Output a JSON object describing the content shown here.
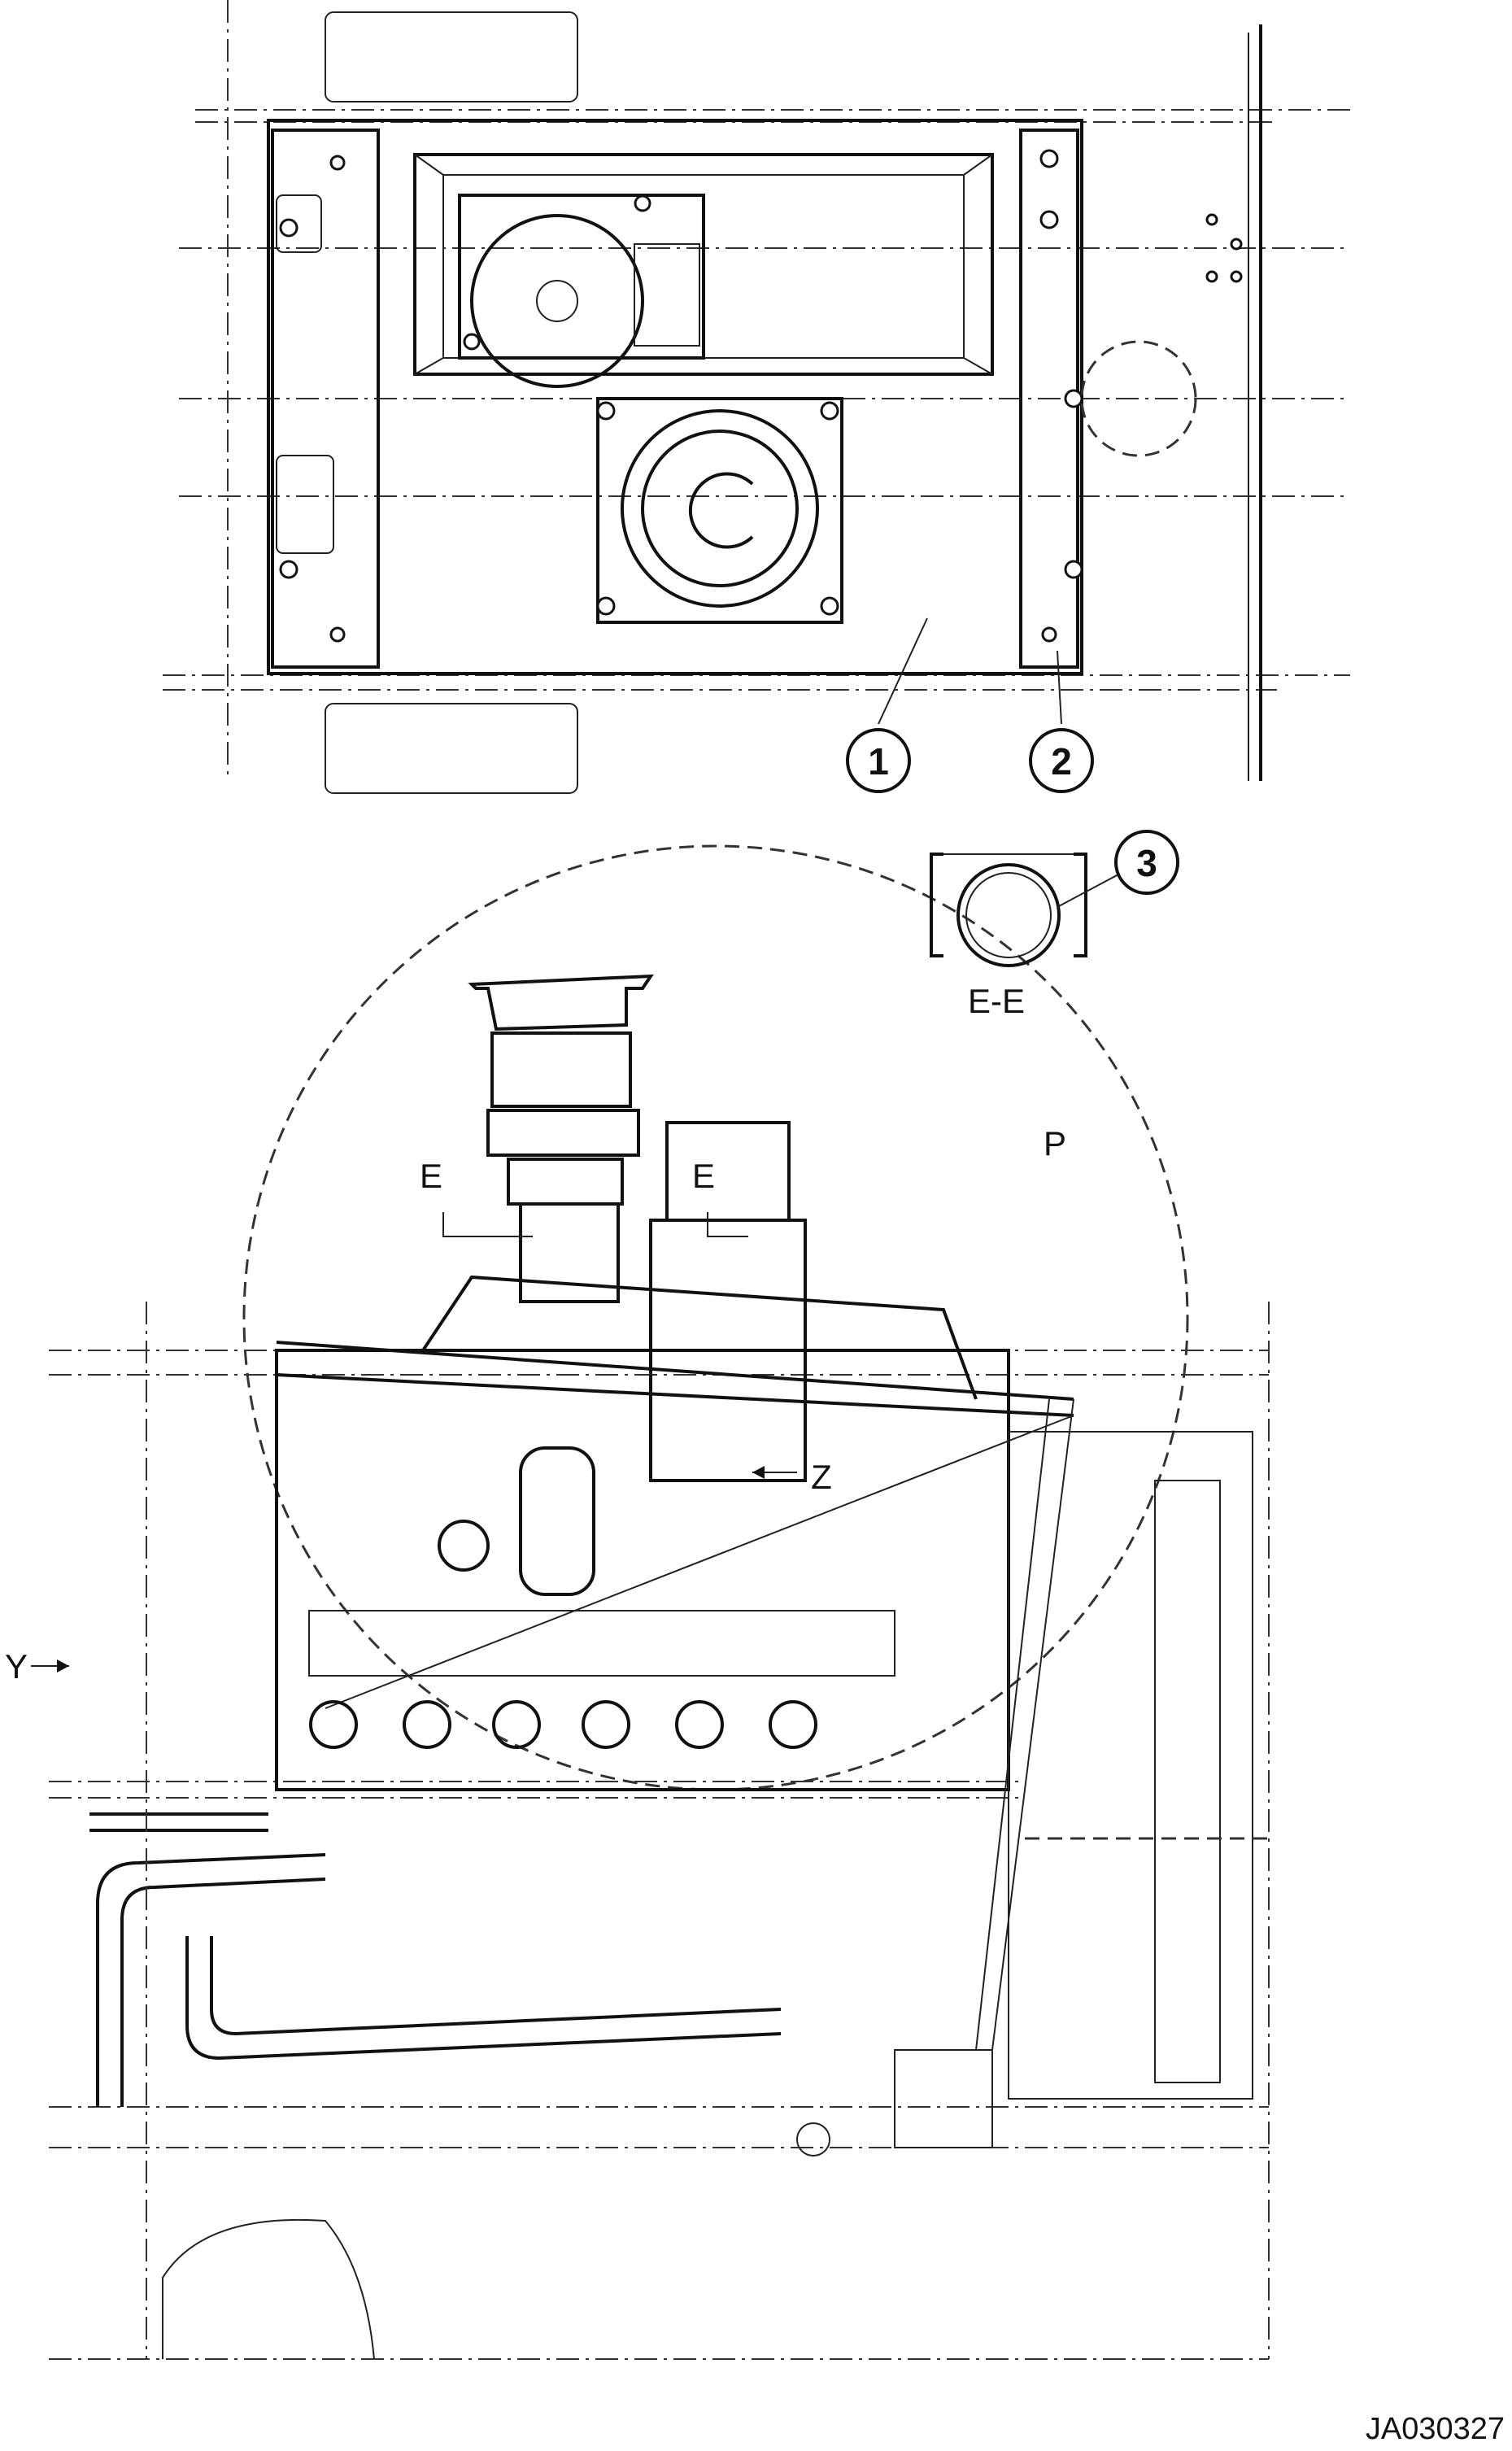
{
  "callouts": {
    "c1": "1",
    "c2": "2",
    "c3": "3"
  },
  "labels": {
    "section_view": "E-E",
    "section_mark_left": "E",
    "section_mark_right": "E",
    "detail_p": "P",
    "view_z": "Z",
    "view_y": "Y"
  },
  "drawing_id": "JA030327"
}
